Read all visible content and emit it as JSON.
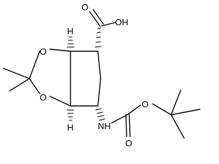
{
  "diagram": {
    "type": "skeletal-formula",
    "atoms": {
      "cooh": "OH",
      "carbonyl_o_top": "O",
      "dioxolane_o_upper": "O",
      "dioxolane_o_lower": "O",
      "nh": "NH",
      "carbamate_o_ether": "O",
      "carbamate_o_carbonyl": "O",
      "h_upper": "H",
      "h_lower": "H"
    }
  }
}
